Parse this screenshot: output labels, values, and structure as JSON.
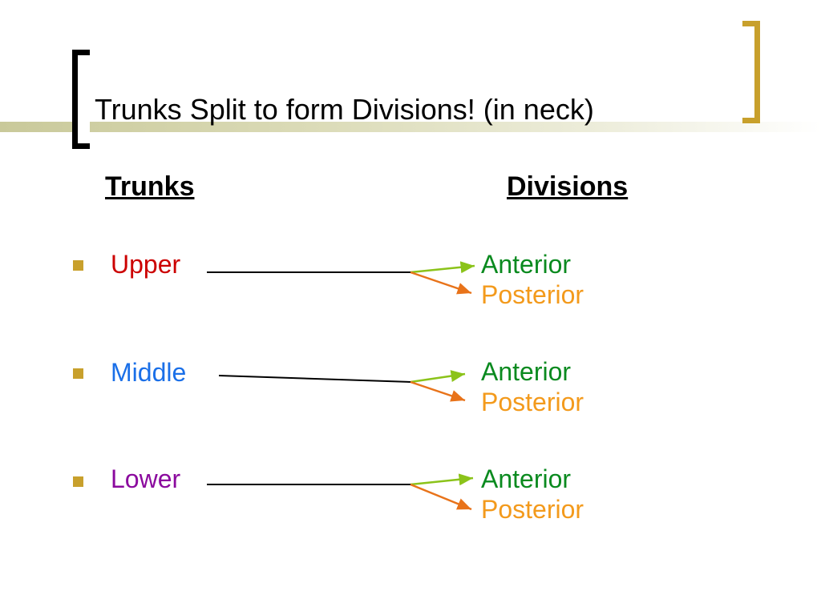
{
  "slide": {
    "title": "Trunks Split to form Divisions! (in neck)"
  },
  "columns": {
    "left_header": "Trunks",
    "right_header": "Divisions"
  },
  "rows": [
    {
      "trunk": "Upper",
      "trunk_color": "#cc0000",
      "anterior": "Anterior",
      "posterior": "Posterior"
    },
    {
      "trunk": "Middle",
      "trunk_color": "#1a6fe8",
      "anterior": "Anterior",
      "posterior": "Posterior"
    },
    {
      "trunk": "Lower",
      "trunk_color": "#8b0a9e",
      "anterior": "Anterior",
      "posterior": "Posterior"
    }
  ],
  "colors": {
    "accent_gold": "#c8a02c",
    "anterior_arrow": "#8bc31a",
    "posterior_arrow": "#e8731a",
    "anterior_text": "#0a8a1f",
    "posterior_text": "#f39a1c"
  }
}
